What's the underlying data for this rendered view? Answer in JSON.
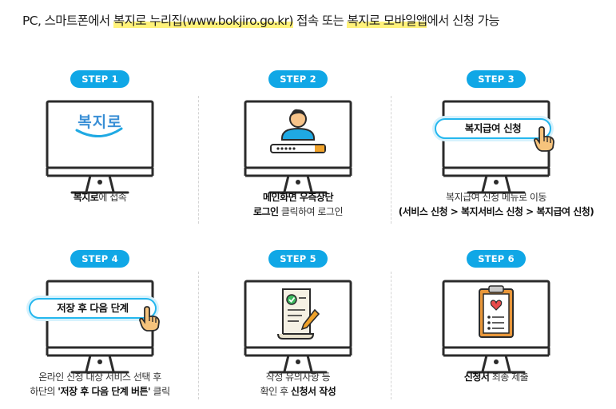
{
  "headline": {
    "part1": "PC, 스마트폰에서 ",
    "hl1": "복지로 누리집(www.bokjiro.go.kr)",
    "part2": " 접속 또는 ",
    "hl2": "복지로 모바일앱",
    "part3": "에서 신청 가능"
  },
  "steps": [
    {
      "badge": "STEP 1",
      "logo_text": "복지로",
      "caption_bold": "복지로",
      "caption_rest": "에 접속"
    },
    {
      "badge": "STEP 2",
      "line1_bold": "메인화면 우측상단",
      "line2_bold": "로그인",
      "line2_rest": " 클릭하여 로그인"
    },
    {
      "badge": "STEP 3",
      "pill": "복지급여 신청",
      "line1": "복지급여 신청 메뉴로 이동",
      "line2": "(서비스 신청 > 복지서비스 신청 > 복지급여 신청)"
    },
    {
      "badge": "STEP 4",
      "pill": "저장 후 다음 단계",
      "line1": "온라인 신청 대상 서비스 선택 후",
      "line2_pre": "하단의 ",
      "line2_bold": "'저장 후 다음 단계 버튼'",
      "line2_post": " 클릭"
    },
    {
      "badge": "STEP 5",
      "line1": "작성 유의사항 등",
      "line2_pre": "확인 후 ",
      "line2_bold": "신청서 작성"
    },
    {
      "badge": "STEP 6",
      "caption_bold": "신청서",
      "caption_rest": " 최종 제출"
    }
  ],
  "colors": {
    "accent": "#10a7e6",
    "monitor": "#2b2b2b",
    "highlight": "#fff27a"
  },
  "icons": [
    "monitor-icon",
    "user-login-icon",
    "pointing-hand-icon",
    "document-check-icon",
    "clipboard-heart-icon"
  ]
}
